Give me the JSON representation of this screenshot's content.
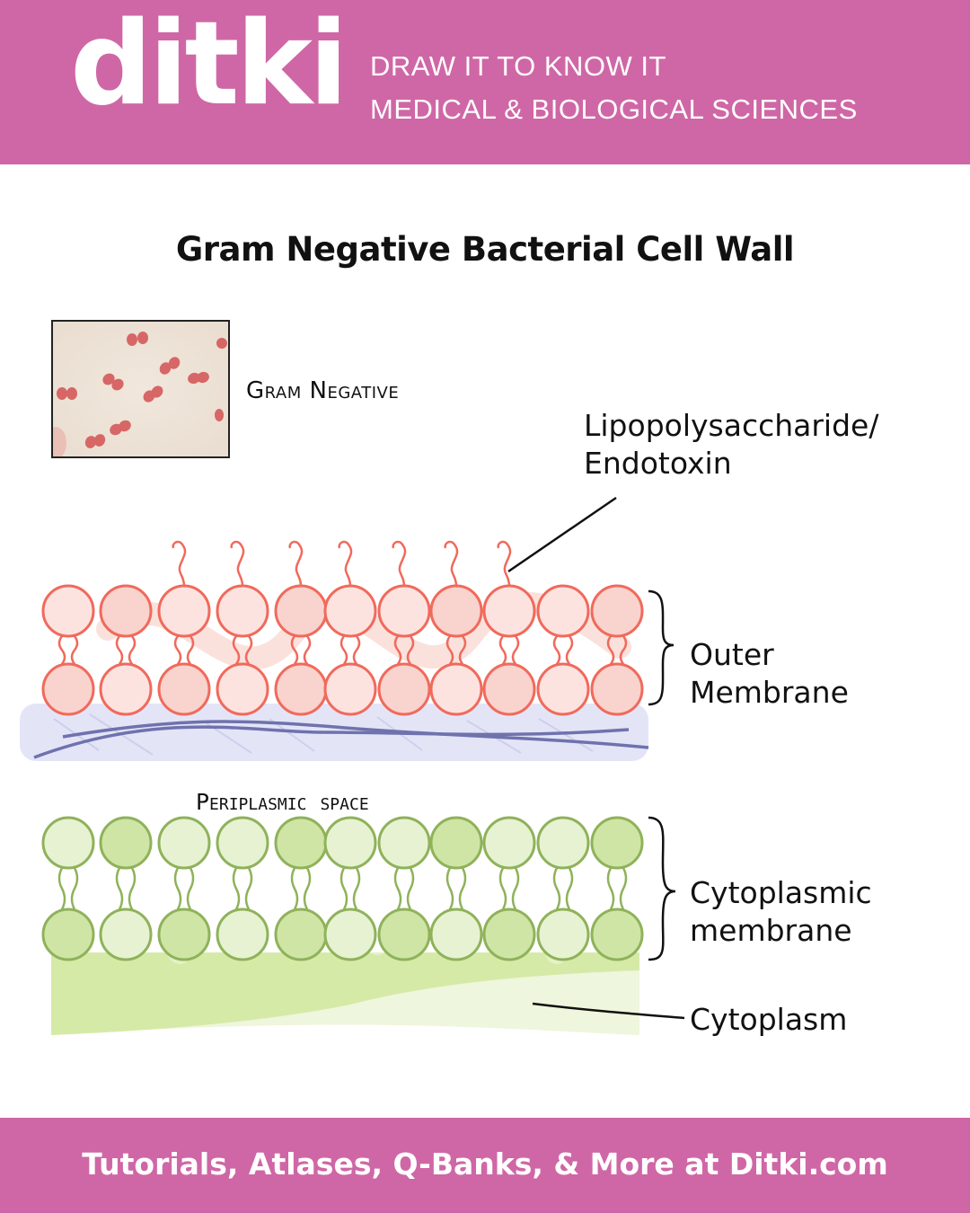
{
  "header": {
    "logo": "ditki",
    "tagline_1": "DRAW IT TO KNOW IT",
    "tagline_2": "MEDICAL & BIOLOGICAL SCIENCES",
    "background": "#cf67a6"
  },
  "title": "Gram Negative Bacterial Cell Wall",
  "micrograph": {
    "caption": "Gram Negative"
  },
  "labels": {
    "lps_line1": "Lipopolysaccharide/",
    "lps_line2": "Endotoxin",
    "outer_line1": "Outer",
    "outer_line2": "Membrane",
    "periplasmic": "Periplasmic space",
    "cyto_line1": "Cytoplasmic",
    "cyto_line2": "membrane",
    "cytoplasm": "Cytoplasm"
  },
  "colors": {
    "outer_membrane": "#f06a5c",
    "peptidoglycan": "#7d7fb7",
    "cytoplasmic_membrane": "#8fb25a",
    "cytoplasm": "#d6eaa7"
  },
  "footer": {
    "text": "Tutorials, Atlases, Q-Banks, & More at Ditki.com"
  }
}
